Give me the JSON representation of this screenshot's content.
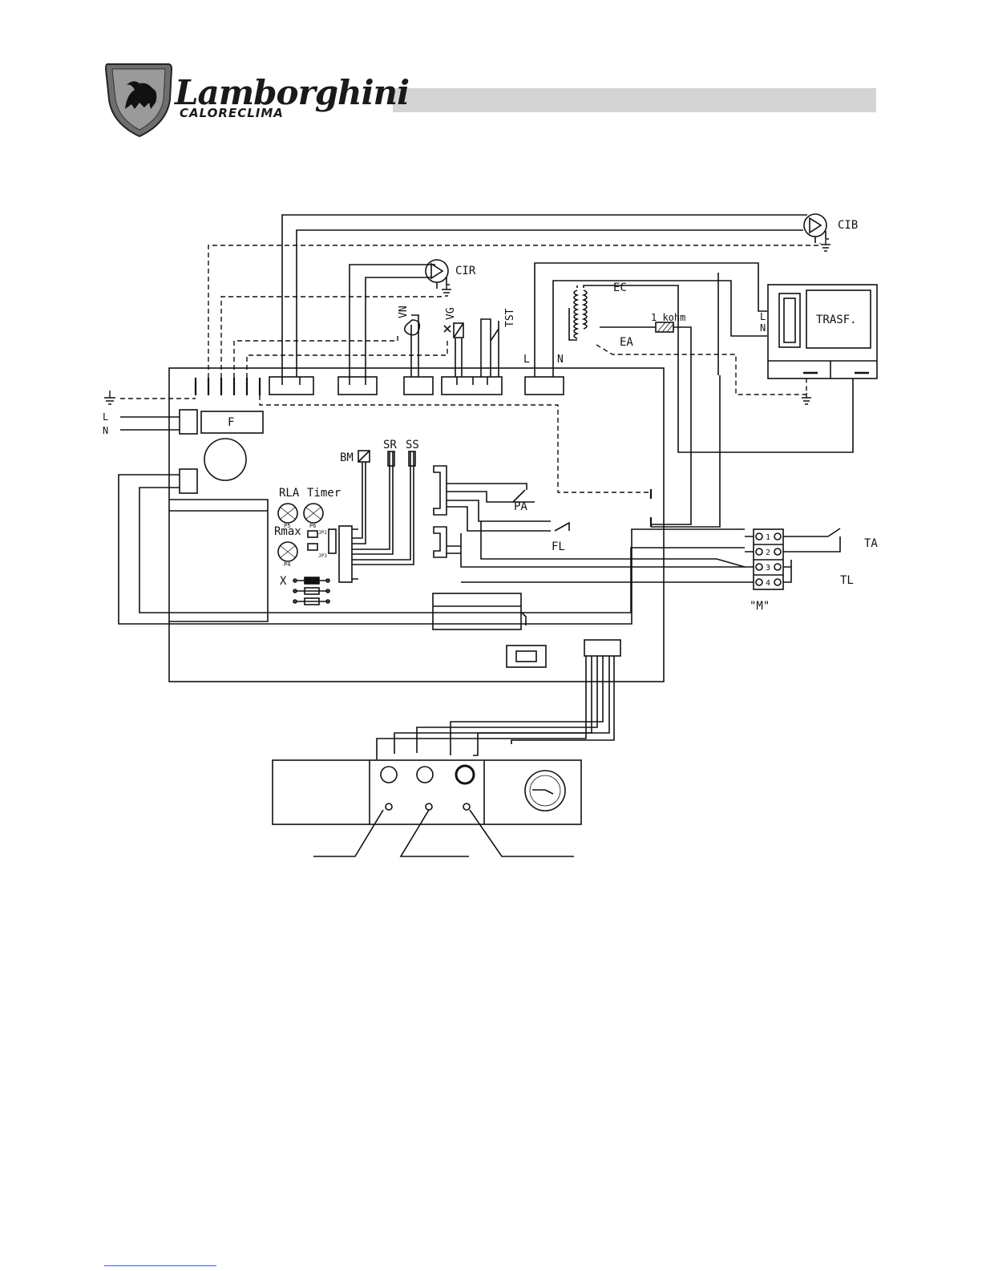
{
  "header": {
    "brand": "Lamborghini",
    "brand_sub": "CALORECLIMA",
    "bar_color": "#d4d4d4"
  },
  "components": {
    "pump_boiler": "CIB",
    "pump_heating": "CIR",
    "transformer": "TRASF.",
    "resistor": "1 kohm",
    "ignition_electrode": "EC",
    "detection_electrode": "EA",
    "fan": "VN",
    "gas_valve": "VG",
    "safety_thermostat": "TST",
    "fuse": "F",
    "modulation": "BM",
    "sensor_heating": "SR",
    "sensor_dhw": "SS",
    "pressure_switch": "PA",
    "flow_switch": "FL",
    "trim_rla": "RLA",
    "trim_timer": "Timer",
    "trim_rmax": "Rmax",
    "jumper_x": "X",
    "room_thermostat": "TA",
    "limit_thermostat": "TL",
    "terminal_block": "\"M\""
  },
  "mains": {
    "line": "L",
    "neutral": "N",
    "line_top": "L",
    "neutral_top": "N",
    "trasf_l": "L",
    "trasf_n": "N"
  },
  "terminals": [
    "1",
    "2",
    "3",
    "4"
  ],
  "pot_labels": {
    "p5": "P5",
    "p6": "P6",
    "p4": "P4",
    "jp2": "JP2",
    "jp3": "JP3"
  },
  "icons": {
    "ground": "ground-icon",
    "pump": "pump-icon",
    "gauge": "gauge-icon"
  }
}
